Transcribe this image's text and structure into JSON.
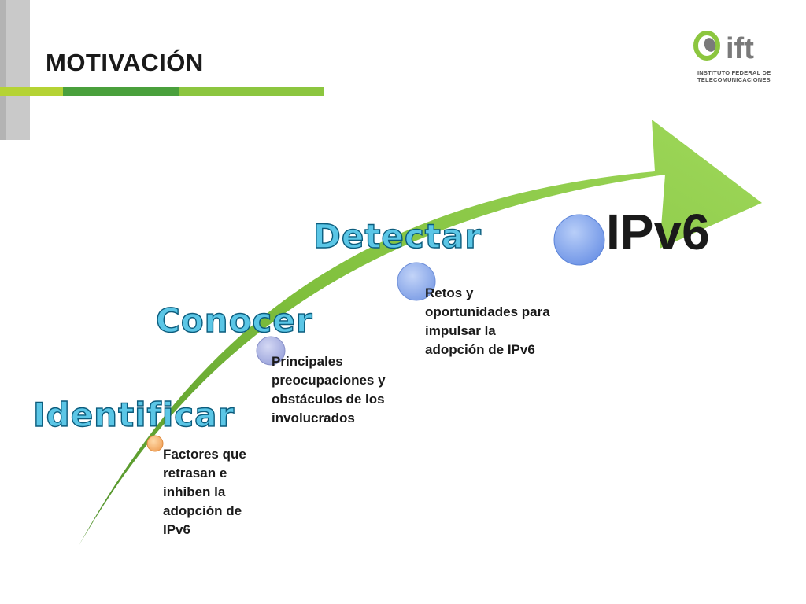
{
  "header": {
    "title": "MOTIVACIÓN"
  },
  "logo": {
    "mark": "ift",
    "line1": "INSTITUTO FEDERAL DE",
    "line2": "TELECOMUNICACIONES"
  },
  "colors": {
    "accent_green": "#8cc63f",
    "dark_green": "#4a9a2f",
    "stage_word_fill": "#5bc6e6",
    "stage_word_outline": "#0b5c7d"
  },
  "stages": [
    {
      "word": "Identificar",
      "description_lines": [
        "Factores que",
        "retrasan e",
        "inhiben la",
        "adopción de",
        "IPv6"
      ],
      "dot_color": "orange"
    },
    {
      "word": "Conocer",
      "description_lines": [
        "Principales",
        "preocupaciones y",
        "obstáculos de los",
        "involucrados"
      ],
      "dot_color": "lavender"
    },
    {
      "word": "Detectar",
      "description_lines": [
        "Retos y",
        "oportunidades para",
        "impulsar la",
        "adopción de IPv6"
      ],
      "dot_color": "blue"
    }
  ],
  "goal": {
    "label": "IPv6"
  }
}
